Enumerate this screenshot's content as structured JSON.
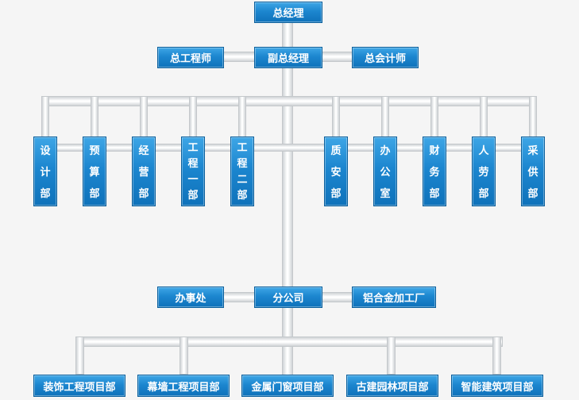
{
  "nodes": {
    "ceo": "总经理",
    "chief_engineer": "总工程师",
    "vice_gm": "副总经理",
    "chief_accountant": "总会计师",
    "departments": [
      "设计部",
      "预算部",
      "经营部",
      "工程一部",
      "工程二部",
      "质安部",
      "办公室",
      "财务部",
      "人劳部",
      "采供部"
    ],
    "office": "办事处",
    "branch": "分公司",
    "aluminum_factory": "铝合金加工厂",
    "projects": [
      "装饰工程项目部",
      "幕墙工程项目部",
      "金属门窗项目部",
      "古建园林项目部",
      "智能建筑项目部"
    ]
  },
  "colors": {
    "box_top": "#3ea6e6",
    "box_bottom": "#0f72ba",
    "box_border": "#0a5f9c",
    "connector": "#ffffff",
    "background": "#f5f5f5"
  }
}
